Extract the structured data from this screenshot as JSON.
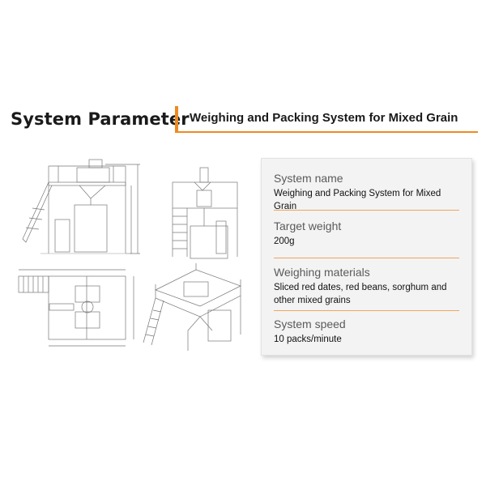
{
  "header": {
    "title": "System Parameter",
    "subtitle": "Weighing and Packing System for Mixed Grain",
    "accent_color": "#ee8a22"
  },
  "drawings": [
    {
      "name": "front-elevation-view",
      "label": ""
    },
    {
      "name": "side-elevation-view",
      "label": ""
    },
    {
      "name": "top-plan-view",
      "label": ""
    },
    {
      "name": "isometric-view",
      "label": ""
    }
  ],
  "parameters": [
    {
      "label": "System name",
      "value": "Weighing and Packing System for Mixed Grain"
    },
    {
      "label": "Target weight",
      "value": "200g"
    },
    {
      "label": "Weighing materials",
      "value": "Sliced red dates, red beans, sorghum and other mixed grains"
    },
    {
      "label": "System speed",
      "value": "10 packs/minute"
    }
  ]
}
